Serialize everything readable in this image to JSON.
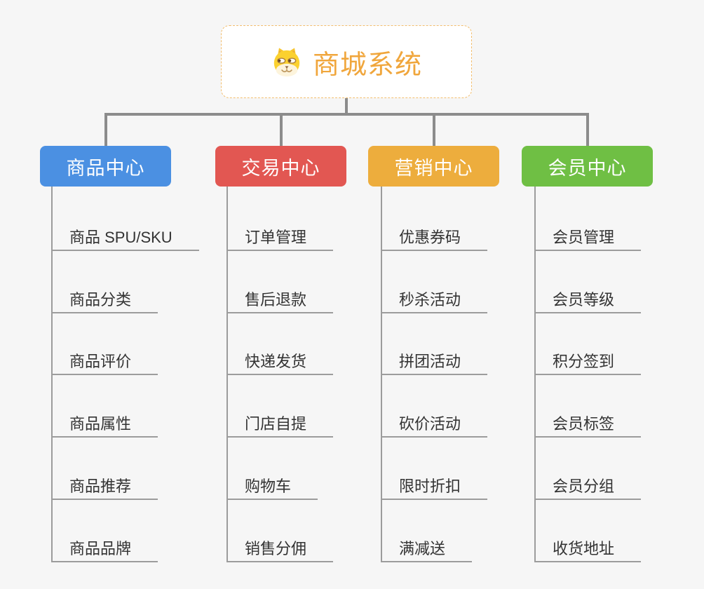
{
  "root": {
    "title": "商城系统",
    "icon": "shiba-dog-icon"
  },
  "colors": {
    "background": "#F6F6F6",
    "connector": "#8C8C8C",
    "leaf_line": "#9C9C9C",
    "leaf_text": "#333333",
    "root_text": "#F0A63C",
    "root_border": "#F2BE6E",
    "root_bg": "#FFFFFF",
    "branch_text": "#FFFFFF"
  },
  "branches": [
    {
      "label": "商品中心",
      "color": "#4B90E2",
      "children": [
        "商品 SPU/SKU",
        "商品分类",
        "商品评价",
        "商品属性",
        "商品推荐",
        "商品品牌"
      ]
    },
    {
      "label": "交易中心",
      "color": "#E25752",
      "children": [
        "订单管理",
        "售后退款",
        "快递发货",
        "门店自提",
        "购物车",
        "销售分佣"
      ]
    },
    {
      "label": "营销中心",
      "color": "#EDAD3D",
      "children": [
        "优惠券码",
        "秒杀活动",
        "拼团活动",
        "砍价活动",
        "限时折扣",
        "满减送"
      ]
    },
    {
      "label": "会员中心",
      "color": "#6FBF44",
      "children": [
        "会员管理",
        "会员等级",
        "积分签到",
        "会员标签",
        "会员分组",
        "收货地址"
      ]
    }
  ]
}
